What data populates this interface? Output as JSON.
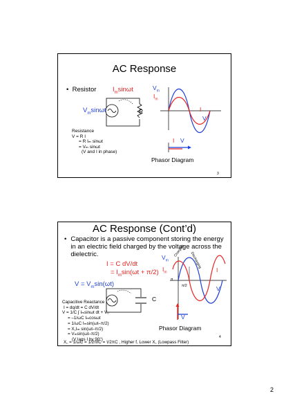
{
  "slide1": {
    "title": "AC Response",
    "bullet": "Resistor",
    "current_label": "I",
    "current_sub": "m",
    "current_fn": "sinωt",
    "vm_label": "V",
    "vm_sub": "m",
    "vm_fn": "sinωt",
    "r_label": "R",
    "graph_vm": "V",
    "graph_vm_sub": "m",
    "graph_im": "I",
    "graph_im_sub": "m",
    "curve_i": "I",
    "curve_v": "V",
    "notes": [
      "Resistance",
      "V = R I",
      "= R Iₘ sinωt",
      "= Vₘ sinωt",
      "(V and I in phase)"
    ],
    "phasor_i": "I",
    "phasor_v": "V",
    "phasor_caption": "Phasor Diagram",
    "slide_number": "3"
  },
  "slide2": {
    "title": "AC Response (Cont’d)",
    "bullet": "Capacitor is a passive component storing the energy in an electric field charged by the voltage across the dielectric.",
    "eq1": "I = C dV/dt",
    "eq2_prefix": "= I",
    "eq2_sub": "m",
    "eq2_suffix": "sin(ωt + π/2)",
    "v_eq_prefix": "V = V",
    "v_eq_sub": "m",
    "v_eq_suffix": "sin(ωt)",
    "c_label": "C",
    "notes": [
      "Capacitive Reactance",
      "I = dq/dt = C dV/dt",
      "V = 1/C ∫ Iₘsinωt dt + V₀",
      "= –1/ωC Iₘcosωt",
      "= 1/ωC Iₘsin(ωt–π/2)",
      "= X꜀Iₘ sin(ωt–π/2)",
      "= Vₘsin(ωt–π/2)",
      "(V lags I by 90°)"
    ],
    "graph_vm": "V",
    "graph_vm_sub": "m",
    "graph_im": "I",
    "graph_im_sub": "m",
    "charging": "Charging",
    "discharging": "Discharging",
    "curve_i": "I",
    "curve_v": "V",
    "pi_label": "π",
    "half_pi_label": "π/2",
    "phasor_i": "I",
    "phasor_v": "V",
    "phasor_caption": "Phasor Diagram",
    "footer": "X꜀ = 1/ωC = 1/2πfC = τ/2πC   , Higher f, Lower X꜀ (Lowpass Filter)",
    "slide_number": "4"
  },
  "page_number": "2",
  "colors": {
    "current": "#e8221f",
    "voltage": "#1f3fd8"
  }
}
